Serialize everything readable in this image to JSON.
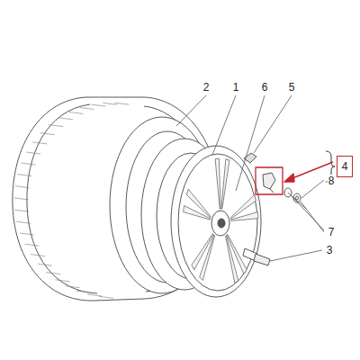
{
  "diagram": {
    "nodes": [
      {
        "text": [
          "4"
        ]
      }
    ],
    "labels": [
      "2",
      "1",
      "6",
      "5",
      "8",
      "7",
      "3"
    ]
  }
}
